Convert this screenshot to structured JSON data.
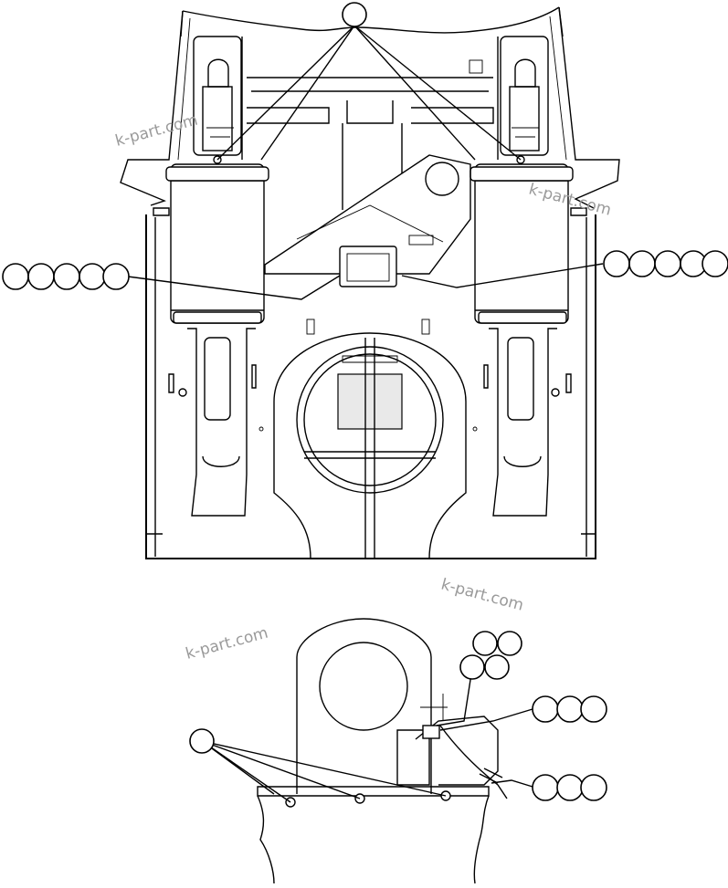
{
  "watermarks": [
    "k-part.com",
    "k-part.com",
    "k-part.com",
    "k-part.com"
  ],
  "callouts": {
    "top_center": [
      "",
      ""
    ],
    "left_group": [
      "",
      "",
      "",
      "",
      ""
    ],
    "right_group": [
      "",
      "",
      "",
      "",
      ""
    ],
    "detail_pair_top": [
      "",
      ""
    ],
    "detail_pair_bottom": [
      "",
      ""
    ],
    "detail_triple_upper": [
      "",
      "",
      ""
    ],
    "detail_triple_lower": [
      "",
      "",
      ""
    ],
    "detail_left": [
      ""
    ]
  }
}
